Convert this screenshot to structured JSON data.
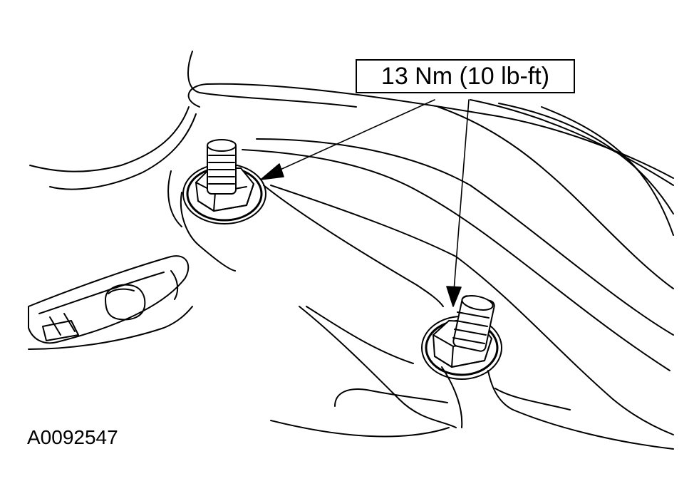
{
  "callout": {
    "text": "13 Nm (10 lb-ft)"
  },
  "figure_id": "A0092547",
  "colors": {
    "line": "#000000",
    "background": "#ffffff"
  },
  "icons": [
    "leader-arrow",
    "stud-bolt",
    "hex-nut",
    "washer"
  ]
}
